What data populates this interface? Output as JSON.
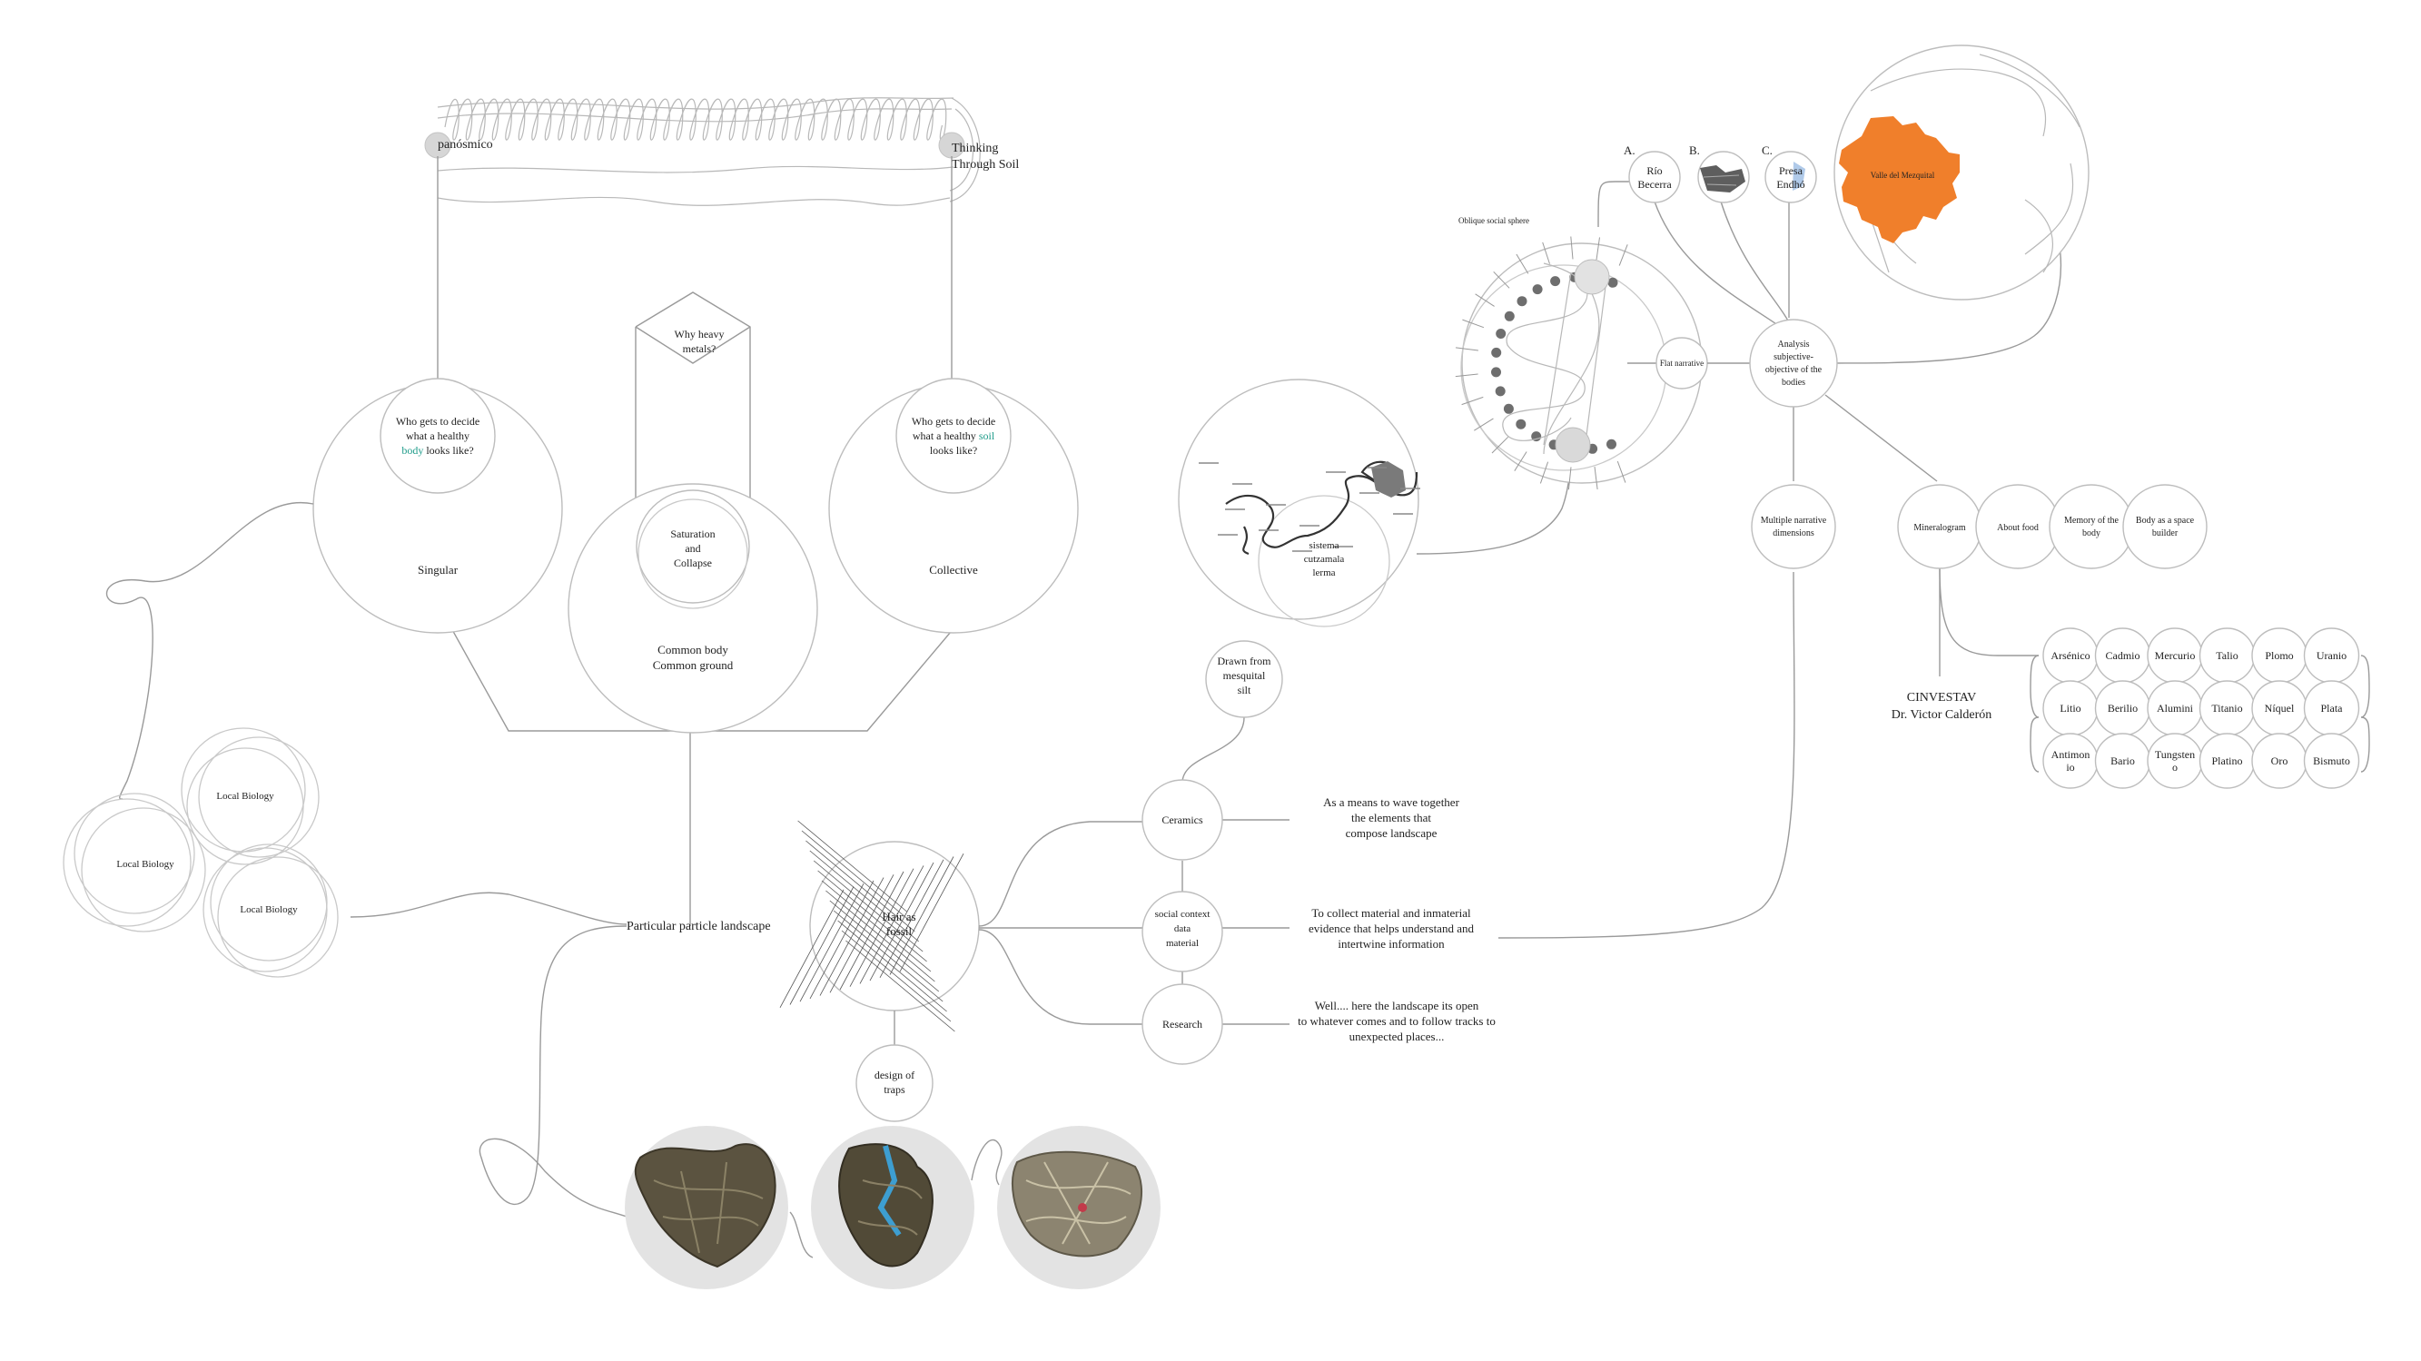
{
  "colors": {
    "accent_orange": "#f07f2b",
    "teal": "#1f9c8a",
    "line": "#9a9a9a",
    "circle_stroke": "#bdbdbd"
  },
  "top": {
    "panosmico": "panósmico",
    "thinking_1": "Thinking",
    "thinking_2": "Through Soil"
  },
  "left_group": {
    "q_body_1": "Who gets to decide",
    "q_body_2": "what a healthy",
    "q_body_3a": "body",
    "q_body_3b": " looks like?",
    "singular": "Singular",
    "why_1": "Why heavy",
    "why_2": "metals?",
    "sat_1": "Saturation",
    "sat_2": "and",
    "sat_3": "Collapse",
    "common_1": "Common body",
    "common_2": "Common ground",
    "q_soil_1": "Who gets to decide",
    "q_soil_2a": "what a healthy ",
    "q_soil_2b": "soil",
    "q_soil_3": "looks like?",
    "collective": "Collective"
  },
  "local_bio": {
    "a": "Local Biology",
    "b": "Local Biology",
    "c": "Local Biology"
  },
  "center": {
    "particular": "Particular particle landscape",
    "hair_1": "Hair as",
    "hair_2": "fossil",
    "traps_1": "design of",
    "traps_2": "traps",
    "drawn_1": "Drawn from",
    "drawn_2": "mesquital",
    "drawn_3": "silt",
    "ceramics": "Ceramics",
    "social_1": "social context",
    "social_2": "data",
    "social_3": "material",
    "research": "Research",
    "desc_ceramics_1": "As a means to wave together",
    "desc_ceramics_2": "the elements that",
    "desc_ceramics_3": "compose landscape",
    "desc_social_1": "To collect material and inmaterial",
    "desc_social_2": "evidence that helps understand and",
    "desc_social_3": "intertwine information",
    "desc_research_1": "Well.... here the landscape its open",
    "desc_research_2": "to whatever comes and to follow tracks to",
    "desc_research_3": "unexpected places..."
  },
  "map_group": {
    "oblique": "Oblique social sphere",
    "flat": "Flat narrative",
    "sistema_1": "sistema",
    "sistema_2": "cutzamala",
    "sistema_3": "lerma"
  },
  "right_group": {
    "a": "A.",
    "b": "B.",
    "c": "C.",
    "rio_1": "Río",
    "rio_2": "Becerra",
    "presa_1": "Presa",
    "presa_2": "Endhó",
    "valle": "Valle del Mezquital",
    "analysis_1": "Analysis",
    "analysis_2": "subjective-",
    "analysis_3": "objective of the",
    "analysis_4": "bodies",
    "multiple_1": "Multiple narrative",
    "multiple_2": "dimensions",
    "mineralogram": "Mineralogram",
    "about_food": "About food",
    "memory_1": "Memory of the",
    "memory_2": "body",
    "bodyspace_1": "Body as a space",
    "bodyspace_2": "builder",
    "cinvestav_1": "CINVESTAV",
    "cinvestav_2": "Dr. Victor Calderón"
  },
  "elements": [
    [
      "Arsénico",
      "Cadmio",
      "Mercurio",
      "Talio",
      "Plomo",
      "Uranio"
    ],
    [
      "Litio",
      "Berilio",
      "Alumini",
      "Titanio",
      "Níquel",
      "Plata"
    ],
    [
      "Antimon|io",
      "Bario",
      "Tungsten|o",
      "Platino",
      "Oro",
      "Bismuto"
    ]
  ]
}
